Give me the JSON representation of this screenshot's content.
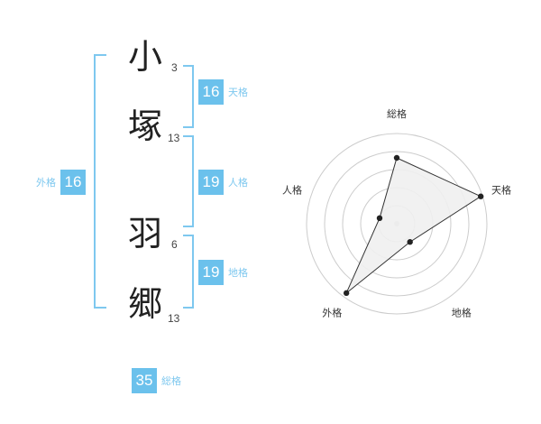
{
  "name_chars": [
    {
      "char": "小",
      "strokes": "3"
    },
    {
      "char": "塚",
      "strokes": "13"
    },
    {
      "char": "羽",
      "strokes": "6"
    },
    {
      "char": "郷",
      "strokes": "13"
    }
  ],
  "scores": {
    "tenkaku": {
      "value": "16",
      "label": "天格"
    },
    "jinkaku": {
      "value": "19",
      "label": "人格"
    },
    "chikaku": {
      "value": "19",
      "label": "地格"
    },
    "gaikaku": {
      "value": "16",
      "label": "外格"
    },
    "soukaku": {
      "value": "35",
      "label": "総格"
    }
  },
  "chart_data": {
    "type": "radar",
    "axes": [
      "総格",
      "天格",
      "地格",
      "外格",
      "人格"
    ],
    "values": [
      0.73,
      0.98,
      0.25,
      0.95,
      0.2
    ],
    "range": [
      0,
      1
    ],
    "rings": 5,
    "grid": true,
    "colors": {
      "fill": "#f0f0f0",
      "line": "#333333",
      "ring": "#cccccc",
      "point": "#222222"
    }
  },
  "colors": {
    "accent": "#6bc1ec",
    "bracket": "#7ec8ef"
  }
}
